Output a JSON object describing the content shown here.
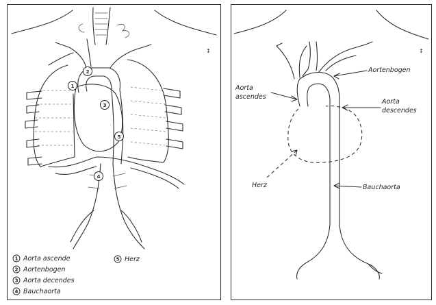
{
  "left_diagram": {
    "markers": [
      {
        "num": "1",
        "name": "aorta-ascendens"
      },
      {
        "num": "2",
        "name": "aortenbogen"
      },
      {
        "num": "3",
        "name": "aorta-descendens"
      },
      {
        "num": "4",
        "name": "bauchaorta"
      },
      {
        "num": "5",
        "name": "herz"
      }
    ],
    "legend": [
      {
        "num": "1",
        "label": "Aorta ascende"
      },
      {
        "num": "2",
        "label": "Aortenbogen"
      },
      {
        "num": "3",
        "label": "Aorta decendes"
      },
      {
        "num": "4",
        "label": "Bauchaorta"
      },
      {
        "num": "5",
        "label": "Herz"
      }
    ]
  },
  "right_diagram": {
    "labels": {
      "aortenbogen": "Aortenbogen",
      "aorta_ascendes_line1": "Aorta",
      "aorta_ascendes_line2": "ascendes",
      "aorta_descendes_line1": "Aorta",
      "aorta_descendes_line2": "descendes",
      "herz": "Herz",
      "bauchaorta": "Bauchaorta"
    }
  },
  "colors": {
    "ink": "#2b2b2b",
    "paper": "#ffffff"
  }
}
